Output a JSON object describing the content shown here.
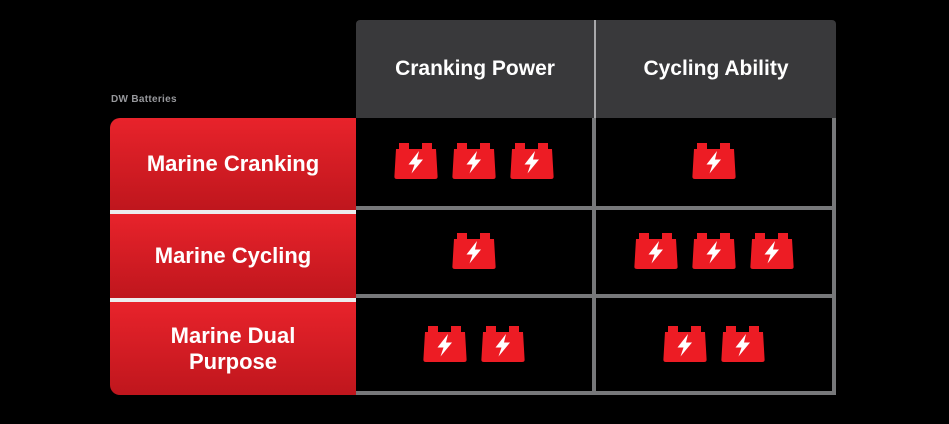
{
  "table": {
    "corner_label": "DW Batteries",
    "columns": [
      {
        "id": "cranking_power",
        "label": "Cranking Power"
      },
      {
        "id": "cycling_ability",
        "label": "Cycling Ability"
      }
    ],
    "rows": [
      {
        "label": "Marine Cranking",
        "ratings": {
          "cranking_power": 3,
          "cycling_ability": 1
        }
      },
      {
        "label": "Marine Cycling",
        "ratings": {
          "cranking_power": 1,
          "cycling_ability": 3
        }
      },
      {
        "label": "Marine Dual Purpose",
        "ratings": {
          "cranking_power": 2,
          "cycling_ability": 2
        }
      }
    ]
  },
  "chart_data": {
    "type": "table",
    "title": "",
    "columns": [
      "Cranking Power",
      "Cycling Ability"
    ],
    "categories": [
      "Marine Cranking",
      "Marine Cycling",
      "Marine Dual Purpose"
    ],
    "series": [
      {
        "name": "Cranking Power",
        "values": [
          3,
          1,
          2
        ]
      },
      {
        "name": "Cycling Ability",
        "values": [
          1,
          3,
          2
        ]
      }
    ],
    "rating_scale": [
      0,
      3
    ],
    "rating_icon": "battery-with-lightning-bolt",
    "legend_position": "none",
    "grid": true
  },
  "icons": {
    "battery": "battery-icon",
    "bolt": "lightning-bolt-icon"
  },
  "colors": {
    "background": "#000000",
    "header_bg": "#39393b",
    "header_text": "#ffffff",
    "header_divider": "#a8a8aa",
    "row_header_gradient_top": "#e8232b",
    "row_header_gradient_bottom": "#bf161d",
    "row_header_text": "#ffffff",
    "row_divider": "#ededee",
    "grid_line": "#77787a",
    "battery_red": "#ed1c24",
    "bolt_white": "#ffffff",
    "corner_label_text": "#97989c"
  }
}
